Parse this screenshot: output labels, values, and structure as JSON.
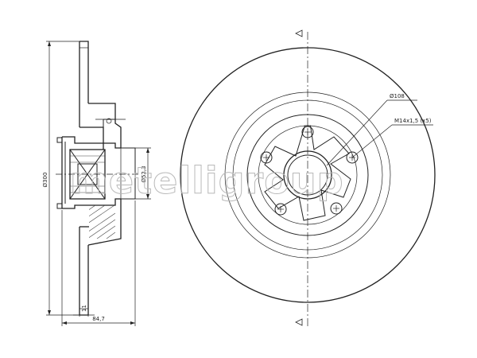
{
  "side_view": {
    "dim_outer_diameter": "Ø300",
    "dim_hub_diameter": "Ø52,3",
    "dim_width": "84,7",
    "dim_thickness": "11"
  },
  "front_view": {
    "dim_pcd": "Ø108",
    "dim_thread": "M14x1,5 (x5)"
  },
  "watermark": "metelligroup"
}
